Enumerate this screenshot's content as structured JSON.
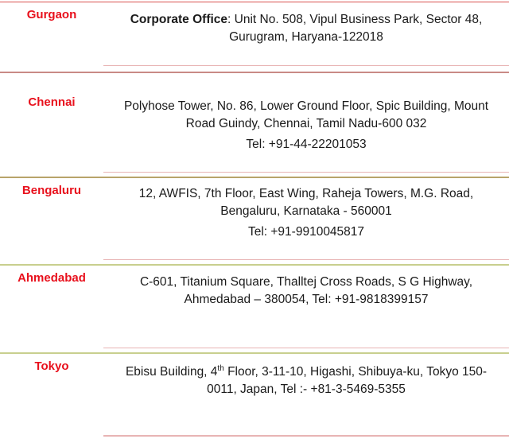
{
  "colors": {
    "city_red": "#e8101c",
    "rule_pink": "#e8a0a8",
    "rule_olive": "#b8a46a",
    "rule_olive_light": "#c8cf8e",
    "rule_red": "#c85a5a",
    "body_text": "#1a1a1a"
  },
  "offices": [
    {
      "city": "Gurgaon",
      "address_label": "Corporate Office",
      "address_rest": ": Unit No. 508, Vipul Business Park, Sector 48,",
      "address_line2": "Gurugram, Haryana-122018"
    },
    {
      "city": "Chennai",
      "address_line1": "Polyhose Tower, No. 86, Lower Ground Floor, Spic Building, Mount",
      "address_line2": "Road Guindy, Chennai, Tamil Nadu-600 032",
      "tel": "Tel: +91-44-22201053"
    },
    {
      "city": "Bengaluru",
      "address_line1": "12, AWFIS, 7th Floor, East Wing, Raheja Towers, M.G. Road,",
      "address_line2": "Bengaluru, Karnataka - 560001",
      "tel": "Tel: +91-9910045817"
    },
    {
      "city": "Ahmedabad",
      "address_line1": "C-601, Titanium Square, Thalltej Cross Roads, S G Highway,",
      "address_line2": "Ahmedabad – 380054, Tel: +91-9818399157"
    },
    {
      "city": "Tokyo",
      "address_line1_a": "Ebisu Building, 4",
      "address_line1_sup": "th",
      "address_line1_b": " Floor, 3-11-10, Higashi, Shibuya-ku, Tokyo 150-",
      "address_line2": "0011, Japan, Tel :- +81-3-5469-5355"
    }
  ]
}
